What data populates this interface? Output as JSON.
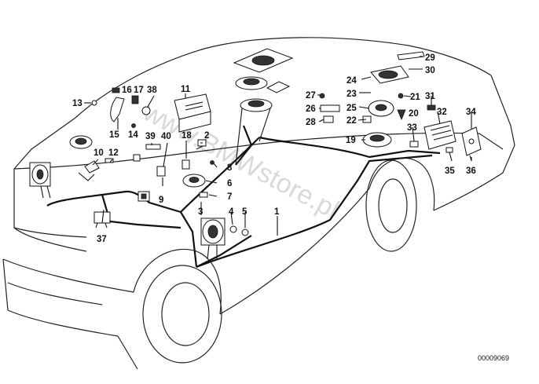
{
  "diagram": {
    "watermark": "www.BMWstore.pl",
    "reference": "00009069",
    "callouts": [
      "1",
      "2",
      "3",
      "4",
      "5",
      "6",
      "7",
      "8",
      "9",
      "10",
      "11",
      "12",
      "13",
      "14",
      "15",
      "16",
      "17",
      "18",
      "19",
      "20",
      "21",
      "22",
      "23",
      "24",
      "25",
      "26",
      "27",
      "28",
      "29",
      "30",
      "31",
      "32",
      "33",
      "34",
      "35",
      "36",
      "37",
      "38",
      "39",
      "40"
    ]
  }
}
